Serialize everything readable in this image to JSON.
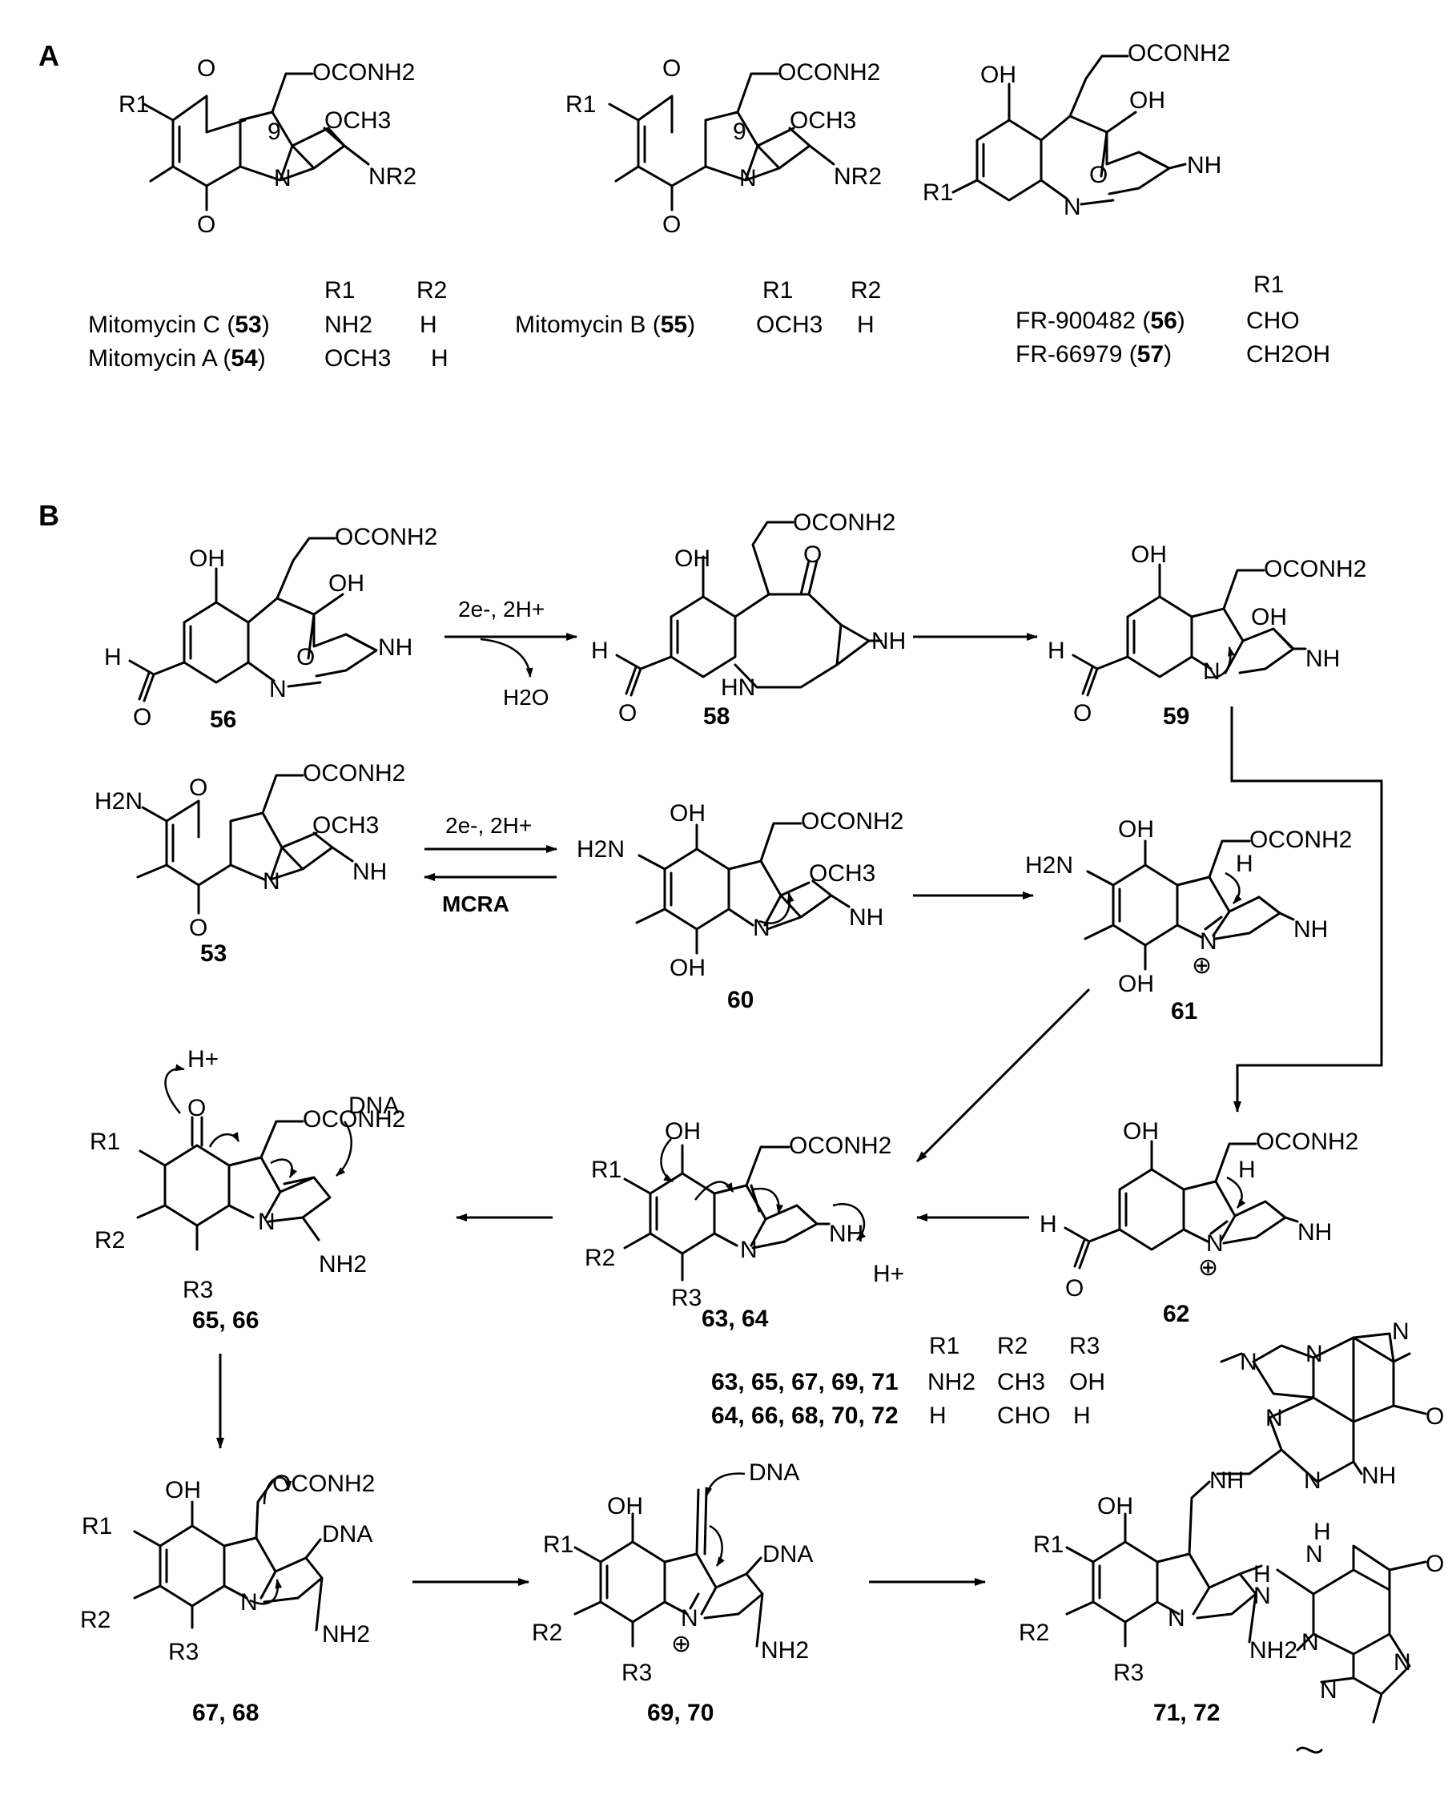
{
  "panels": {
    "a": "A",
    "b": "B"
  },
  "atoms": {
    "O": "O",
    "N": "N",
    "NH": "NH",
    "HN": "HN",
    "OH": "OH",
    "H": "H",
    "NR2": "NR2",
    "R1": "R1",
    "R2": "R2",
    "R3": "R3",
    "H2N": "H2N",
    "NH2": "NH2",
    "OCH3": "OCH3",
    "OCONH2": "OCONH2",
    "DNA": "DNA",
    "H2O": "H2O",
    "Hplus": "H+",
    "nine": "9",
    "plus": "⊕"
  },
  "panel_a": {
    "mito_ca": {
      "hdr_r1": "R1",
      "hdr_r2": "R2",
      "rows": [
        {
          "name": "Mitomycin C (",
          "num": "53",
          "close": ")",
          "r1": "NH2",
          "r2": "H"
        },
        {
          "name": "Mitomycin A (",
          "num": "54",
          "close": ")",
          "r1": "OCH3",
          "r2": "H"
        }
      ]
    },
    "mito_b": {
      "hdr_r1": "R1",
      "hdr_r2": "R2",
      "rows": [
        {
          "name": "Mitomycin B (",
          "num": "55",
          "close": ")",
          "r1": "OCH3",
          "r2": "H"
        }
      ]
    },
    "fr": {
      "hdr_r1": "R1",
      "rows": [
        {
          "name": "FR-900482 (",
          "num": "56",
          "close": ")",
          "r1": "CHO"
        },
        {
          "name": "FR-66979 (",
          "num": "57",
          "close": ")",
          "r1": "CH2OH"
        }
      ]
    }
  },
  "panel_b": {
    "labels": {
      "c56": "56",
      "c58": "58",
      "c59": "59",
      "c53": "53",
      "c60": "60",
      "c61": "61",
      "c62": "62",
      "c63_64": "63, 64",
      "c65_66": "65, 66",
      "c67_68": "67, 68",
      "c69_70": "69, 70",
      "c71_72": "71, 72"
    },
    "reagents": {
      "r1": "2e-, 2H+",
      "r2": "2e-, 2H+",
      "mcra": "MCRA",
      "h2o": "H2O"
    },
    "rtable": {
      "hdr": [
        "R1",
        "R2",
        "R3"
      ],
      "rows": [
        {
          "cmpds": "63, 65, 67, 69, 71",
          "r1": "NH2",
          "r2": "CH3",
          "r3": "OH"
        },
        {
          "cmpds": "64, 66, 68, 70, 72",
          "r1": "H",
          "r2": "CHO",
          "r3": "H"
        }
      ]
    }
  }
}
